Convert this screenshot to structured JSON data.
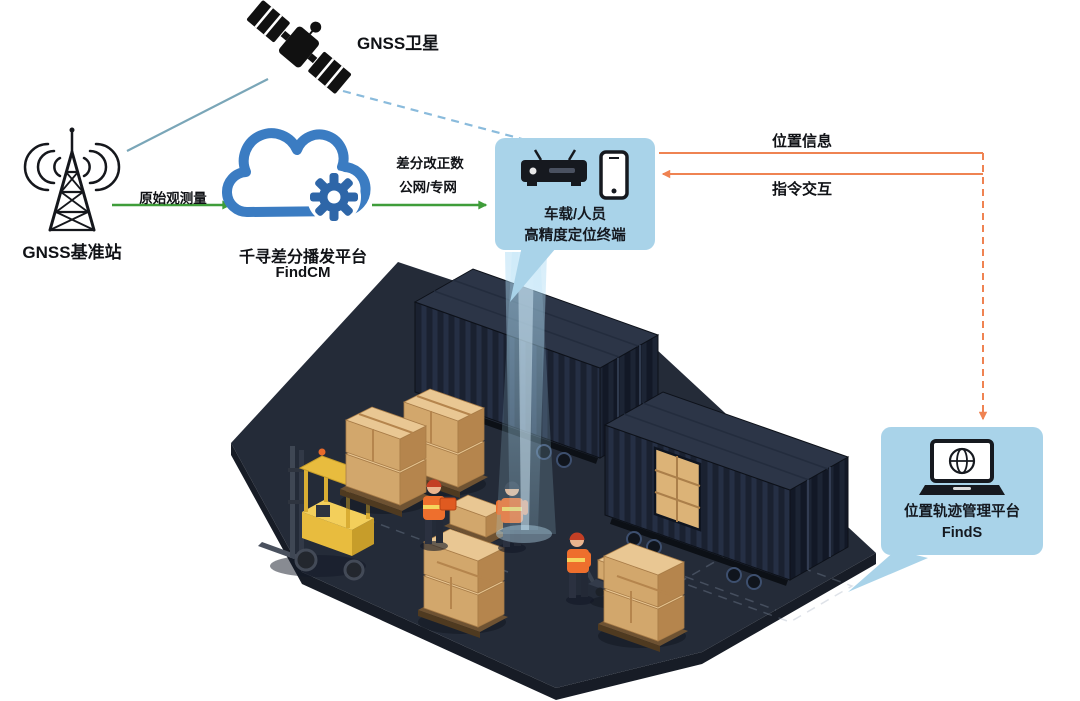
{
  "satellite": {
    "label": "GNSS卫星"
  },
  "base_station": {
    "label": "GNSS基准站"
  },
  "cloud_platform": {
    "title": "千寻差分播发平台",
    "subtitle": "FindCM"
  },
  "terminal": {
    "line1": "车载/人员",
    "line2": "高精度定位终端"
  },
  "management_platform": {
    "line1": "位置轨迹管理平台",
    "line2": "FindS"
  },
  "flows": {
    "raw_observation": "原始观测量",
    "correction_line1": "差分改正数",
    "correction_line2": "公网/专网",
    "position_info": "位置信息",
    "command_interaction": "指令交互"
  },
  "icons": {
    "satellite": "gnss-satellite",
    "base_station": "lattice-tower-with-signal-waves",
    "cloud_platform": "cloud-with-gear",
    "terminal_receiver": "vehicle-receiver-box",
    "terminal_phone": "smartphone",
    "management_platform": "laptop-with-globe"
  },
  "colors": {
    "data_flow_green": "#3f9d3a",
    "data_flow_orange": "#ef8352",
    "panel_blue": "#a9d3e9",
    "cloud_blue": "#3b7cc2",
    "gear_blue": "#2e66a8",
    "satellite_link": "#7aa6b8",
    "satellite_link_dashed": "#8abbdc",
    "positioning_beam": "#aedcf5",
    "floor_navy": "#242b38",
    "container_navy": "#1a2130",
    "crate_tan": "#d2a76c",
    "forklift_yellow": "#e8bc3e",
    "vest_orange": "#ee6f2d",
    "label_text": "#101216"
  }
}
